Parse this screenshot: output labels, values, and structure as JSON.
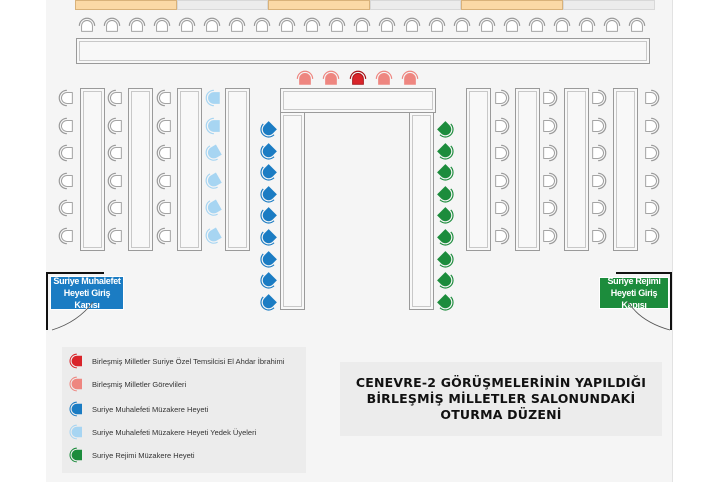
{
  "doors": {
    "left_label_1": "Suriye Muhalefet",
    "left_label_2": "Heyeti Giriş Kapısı",
    "right_label_1": "Suriye Rejimi",
    "right_label_2": "Heyeti Giriş Kapısı"
  },
  "legend": {
    "items": [
      {
        "label": "Birleşmiş Milletler Suriye Özel Temsilcisi El Ahdar İbrahimi",
        "color": "#d9242a"
      },
      {
        "label": "Birleşmiş Milletler Görevlileri",
        "color": "#ee8680"
      },
      {
        "label": "Suriye Muhalefeti Müzakere Heyeti",
        "color": "#1b7cc3"
      },
      {
        "label": "Suriye Muhalefeti Müzakere Heyeti Yedek Üyeleri",
        "color": "#a7d5f2"
      },
      {
        "label": "Suriye Rejimi Müzakere Heyeti",
        "color": "#1c8c3c"
      }
    ]
  },
  "title": {
    "line1": "CENEVRE-2 GÖRÜŞMELERİNİN YAPILDIĞI",
    "line2": "BİRLEŞMİŞ MİLLETLER SALONUNDAKİ",
    "line3": "OTURMA DÜZENİ"
  },
  "colors": {
    "neutral_chair": "#ffffff",
    "door_left": "#1b7cc3",
    "door_right": "#1c8c3c",
    "accent_strip": "#fbd9a6"
  }
}
